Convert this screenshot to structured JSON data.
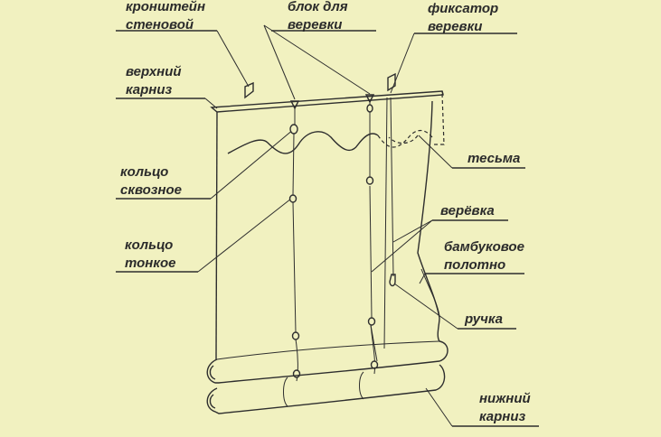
{
  "labels": {
    "bracket": [
      "кронштейн",
      "стеновой"
    ],
    "pulley": [
      "блок для",
      "веревки"
    ],
    "cord_lock": [
      "фиксатор",
      "веревки"
    ],
    "top_rail": [
      "верхний",
      "карниз"
    ],
    "tape": "тесьма",
    "ring_through": [
      "кольцо",
      "сквозное"
    ],
    "cord": "верёвка",
    "ring_thin": [
      "кольцо",
      "тонкое"
    ],
    "bamboo_fabric": [
      "бамбуковое",
      "полотно"
    ],
    "handle": "ручка",
    "bottom_rail": [
      "нижний",
      "карниз"
    ]
  },
  "colors": {
    "background": "#f1f1c0",
    "ink": "#2e2e2e"
  }
}
